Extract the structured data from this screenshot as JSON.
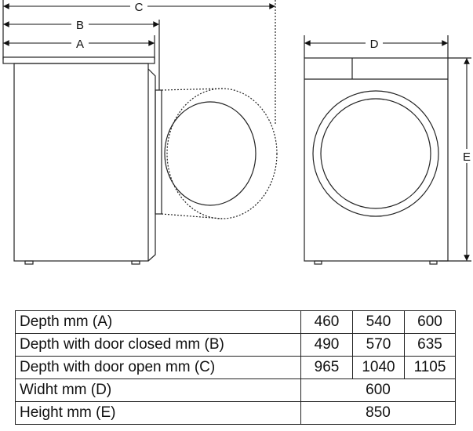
{
  "dimension_labels": {
    "a": "A",
    "b": "B",
    "c": "C",
    "d": "D",
    "e": "E"
  },
  "specs": {
    "rows": [
      {
        "label": "Depth mm (A)",
        "values": [
          "460",
          "540",
          "600"
        ]
      },
      {
        "label": "Depth with door closed mm (B)",
        "values": [
          "490",
          "570",
          "635"
        ]
      },
      {
        "label": "Depth with door open mm (C)",
        "values": [
          "965",
          "1040",
          "1105"
        ]
      },
      {
        "label": "Widht mm (D)",
        "values": [
          "600"
        ]
      },
      {
        "label": "Height mm (E)",
        "values": [
          "850"
        ]
      }
    ]
  }
}
